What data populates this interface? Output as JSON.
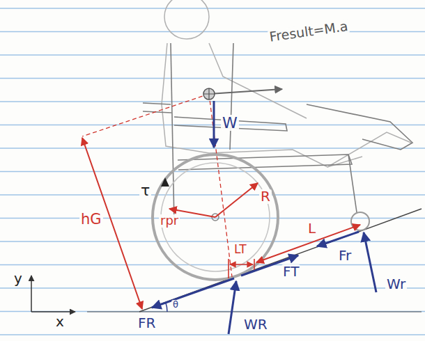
{
  "diagram": {
    "labels": [
      "Fresult=M.a",
      "W",
      "τ",
      "R",
      "rpr",
      "hG",
      "LT",
      "L",
      "FT",
      "Fr",
      "Wr",
      "FR",
      "WR",
      "θ",
      "y",
      "x"
    ]
  }
}
